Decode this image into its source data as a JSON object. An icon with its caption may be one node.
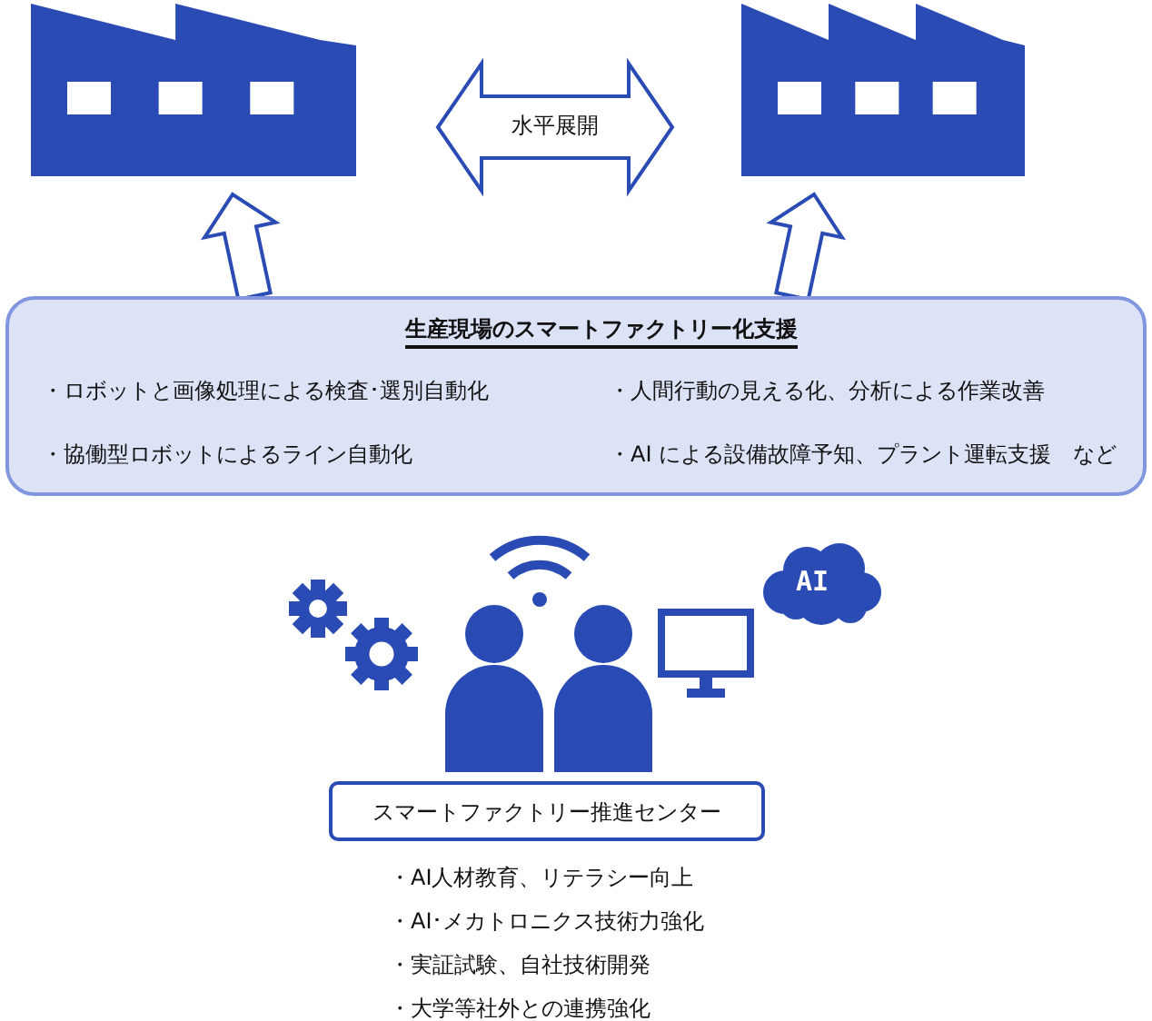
{
  "diagram": {
    "nodes": [
      {
        "text": [],
        "shape": "factory"
      },
      {
        "text": [],
        "shape": "factory"
      },
      {
        "text": [
          "生産現場のスマートファクトリー化支援",
          "・ロボットと画像処理による検査･選別自動化",
          "・人間行動の見える化、分析による作業改善",
          "・協働型ロボットによるライン自動化",
          "・AI による設備故障予知、プラント運転支援　など"
        ]
      },
      {
        "text": [
          "AI"
        ]
      },
      {
        "text": [
          "スマートファクトリー推進センター"
        ],
        "beside": [
          "・AI人材教育、リテラシー向上",
          "・AI･メカトロニクス技術力強化",
          "・実証試験、自社技術開発",
          "・大学等社外との連携強化"
        ]
      }
    ],
    "edges": [
      {
        "from": 0,
        "to": 1,
        "arrow": "both",
        "label": "水平展開"
      },
      {
        "from": 2,
        "to": 0,
        "arrow": "to"
      },
      {
        "from": 2,
        "to": 1,
        "arrow": "to"
      }
    ]
  }
}
